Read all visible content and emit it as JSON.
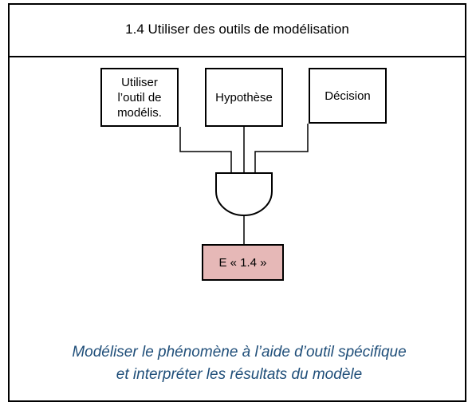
{
  "header": {
    "title": "1.4 Utiliser des outils de modélisation"
  },
  "inputs": [
    {
      "lines": [
        "Utiliser",
        "l’outil de",
        "modélis."
      ]
    },
    {
      "lines": [
        "Hypothèse"
      ]
    },
    {
      "lines": [
        "Décision"
      ]
    }
  ],
  "gate": {
    "type": "AND"
  },
  "output": {
    "label": "E « 1.4 »",
    "fill": "#e6b8b7"
  },
  "caption": {
    "line1": "Modéliser le phénomène à l’aide d’outil spécifique",
    "line2": "et interpréter les résultats du modèle",
    "color": "#1f4e79"
  }
}
